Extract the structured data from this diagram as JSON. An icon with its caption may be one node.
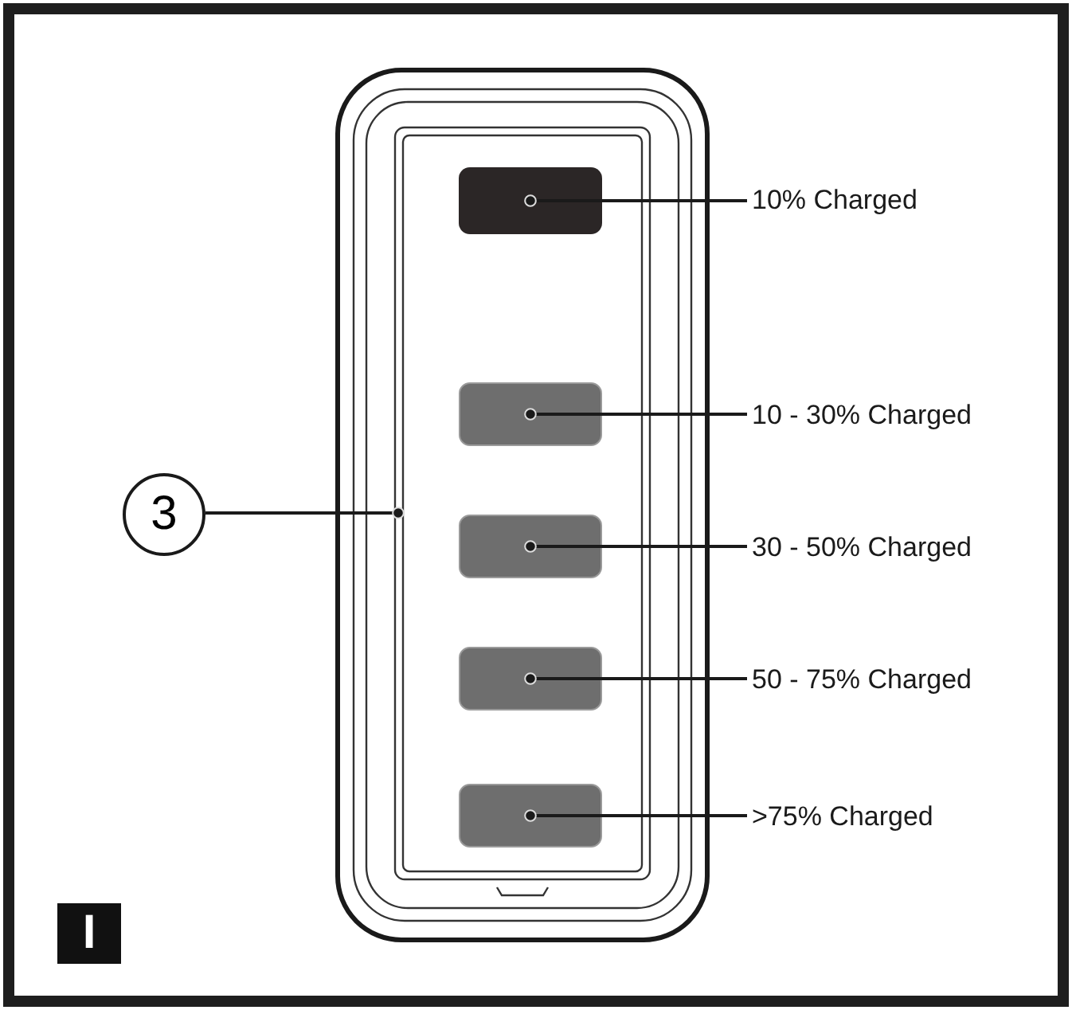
{
  "diagram": {
    "nodes": [
      {
        "text": [],
        "shape": "box"
      },
      {
        "text": [],
        "shape": "box",
        "in": 0
      },
      {
        "text": [],
        "shape": "box",
        "in": 0
      },
      {
        "text": [],
        "shape": "box",
        "in": 0
      },
      {
        "text": [],
        "shape": "box",
        "in": 0
      },
      {
        "text": [],
        "shape": "box",
        "in": 0
      },
      {
        "text": [
          "10% Charged"
        ]
      },
      {
        "text": [
          "10 - 30% Charged"
        ]
      },
      {
        "text": [
          "30 - 50% Charged"
        ]
      },
      {
        "text": [
          "50 - 75% Charged"
        ]
      },
      {
        "text": [
          ">75% Charged"
        ]
      },
      {
        "text": [
          "3"
        ]
      }
    ],
    "edges": [
      {
        "from": 6,
        "to": 1,
        "arrow": "other"
      },
      {
        "from": 7,
        "to": 2,
        "arrow": "other"
      },
      {
        "from": 8,
        "to": 3,
        "arrow": "other"
      },
      {
        "from": 9,
        "to": 4,
        "arrow": "other"
      },
      {
        "from": 10,
        "to": 5,
        "arrow": "other"
      },
      {
        "from": 11,
        "to": 0,
        "arrow": "other"
      }
    ],
    "labels": [
      "I"
    ]
  }
}
